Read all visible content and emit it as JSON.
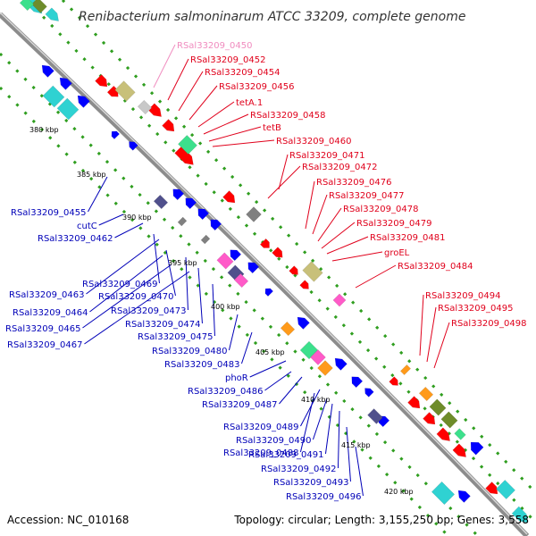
{
  "title": "Renibacterium salmoninarum ATCC 33209, complete genome",
  "footer": {
    "accession": "Accession: NC_010168",
    "summary": "Topology: circular; Length: 3,155,250 bp; Genes: 3,558"
  },
  "colors": {
    "plus_label": "#e0001b",
    "minus_label": "#0000b8",
    "pseudo_label": "#f08cbf",
    "backbone": "#8c8c8c",
    "dotted_track": "#2f9e1f"
  },
  "tick_marks": [
    {
      "label": "380 kbp"
    },
    {
      "label": "385 kbp"
    },
    {
      "label": "390 kbp"
    },
    {
      "label": "395 kbp"
    },
    {
      "label": "400 kbp"
    },
    {
      "label": "405 kbp"
    },
    {
      "label": "410 kbp"
    },
    {
      "label": "415 kbp"
    },
    {
      "label": "420 kbp"
    }
  ],
  "plus_labels": [
    {
      "name": "RSal33209_0450",
      "kind": "pseudo"
    },
    {
      "name": "RSal33209_0452",
      "kind": "plus"
    },
    {
      "name": "RSal33209_0454",
      "kind": "plus"
    },
    {
      "name": "RSal33209_0456",
      "kind": "plus"
    },
    {
      "name": "tetA.1",
      "kind": "plus"
    },
    {
      "name": "RSal33209_0458",
      "kind": "plus"
    },
    {
      "name": "tetB",
      "kind": "plus"
    },
    {
      "name": "RSal33209_0460",
      "kind": "plus"
    },
    {
      "name": "RSal33209_0471",
      "kind": "plus"
    },
    {
      "name": "RSal33209_0472",
      "kind": "plus"
    },
    {
      "name": "RSal33209_0476",
      "kind": "plus"
    },
    {
      "name": "RSal33209_0477",
      "kind": "plus"
    },
    {
      "name": "RSal33209_0478",
      "kind": "plus"
    },
    {
      "name": "RSal33209_0479",
      "kind": "plus"
    },
    {
      "name": "RSal33209_0481",
      "kind": "plus"
    },
    {
      "name": "groEL",
      "kind": "plus"
    },
    {
      "name": "RSal33209_0484",
      "kind": "plus"
    },
    {
      "name": "RSal33209_0494",
      "kind": "plus"
    },
    {
      "name": "RSal33209_0495",
      "kind": "plus"
    },
    {
      "name": "RSal33209_0498",
      "kind": "plus"
    }
  ],
  "minus_labels": [
    {
      "name": "RSal33209_0455"
    },
    {
      "name": "cutC"
    },
    {
      "name": "RSal33209_0462"
    },
    {
      "name": "RSal33209_0469"
    },
    {
      "name": "RSal33209_0463"
    },
    {
      "name": "RSal33209_0470"
    },
    {
      "name": "RSal33209_0464"
    },
    {
      "name": "RSal33209_0473"
    },
    {
      "name": "RSal33209_0465"
    },
    {
      "name": "RSal33209_0474"
    },
    {
      "name": "RSal33209_0467"
    },
    {
      "name": "RSal33209_0475"
    },
    {
      "name": "RSal33209_0480"
    },
    {
      "name": "RSal33209_0483"
    },
    {
      "name": "phoR"
    },
    {
      "name": "RSal33209_0486"
    },
    {
      "name": "RSal33209_0487"
    },
    {
      "name": "RSal33209_0489"
    },
    {
      "name": "RSal33209_0490"
    },
    {
      "name": "RSal33209_0488"
    },
    {
      "name": "RSal33209_0491"
    },
    {
      "name": "RSal33209_0492"
    },
    {
      "name": "RSal33209_0493"
    },
    {
      "name": "RSal33209_0496"
    }
  ]
}
